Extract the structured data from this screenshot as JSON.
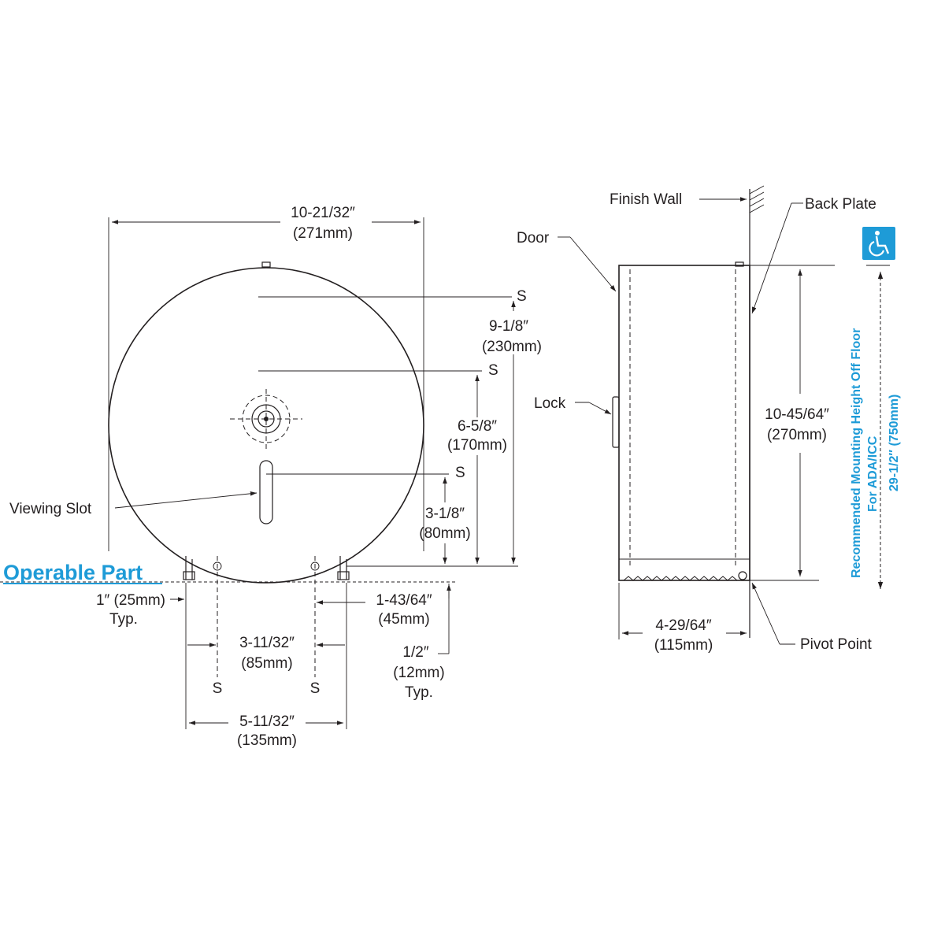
{
  "colors": {
    "ink": "#231f20",
    "accent": "#1e9bd7",
    "ada_badge": "#1e9bd7"
  },
  "labels": {
    "operable_part": "Operable Part",
    "viewing_slot": "Viewing Slot",
    "finish_wall": "Finish Wall",
    "back_plate": "Back Plate",
    "door": "Door",
    "lock": "Lock",
    "pivot_point": "Pivot Point",
    "mounting_line1": "Recommended Mounting Height Off Floor",
    "mounting_line2": "For ADA/ICC",
    "mounting_line3": "29-1/2″ (750mm)"
  },
  "front_view": {
    "width": {
      "imperial": "10-21/32″",
      "metric": "(271mm)"
    },
    "dim_9_1_8": {
      "imperial": "9-1/8″",
      "metric": "(230mm)"
    },
    "dim_6_5_8": {
      "imperial": "6-5/8″",
      "metric": "(170mm)"
    },
    "dim_3_1_8": {
      "imperial": "3-1/8″",
      "metric": "(80mm)"
    },
    "dim_1": {
      "imperial": "1″ (25mm)",
      "note": "Typ."
    },
    "dim_1_43_64": {
      "imperial": "1-43/64″",
      "metric": "(45mm)"
    },
    "dim_3_11_32": {
      "imperial": "3-11/32″",
      "metric": "(85mm)"
    },
    "dim_1_2": {
      "imperial": "1/2″",
      "metric": "(12mm)",
      "note": "Typ."
    },
    "dim_5_11_32": {
      "imperial": "5-11/32″",
      "metric": "(135mm)"
    },
    "screw_marker": "S"
  },
  "side_view": {
    "height": {
      "imperial": "10-45/64″",
      "metric": "(270mm)"
    },
    "depth": {
      "imperial": "4-29/64″",
      "metric": "(115mm)"
    }
  },
  "icons": {
    "ada": "wheelchair-icon"
  }
}
